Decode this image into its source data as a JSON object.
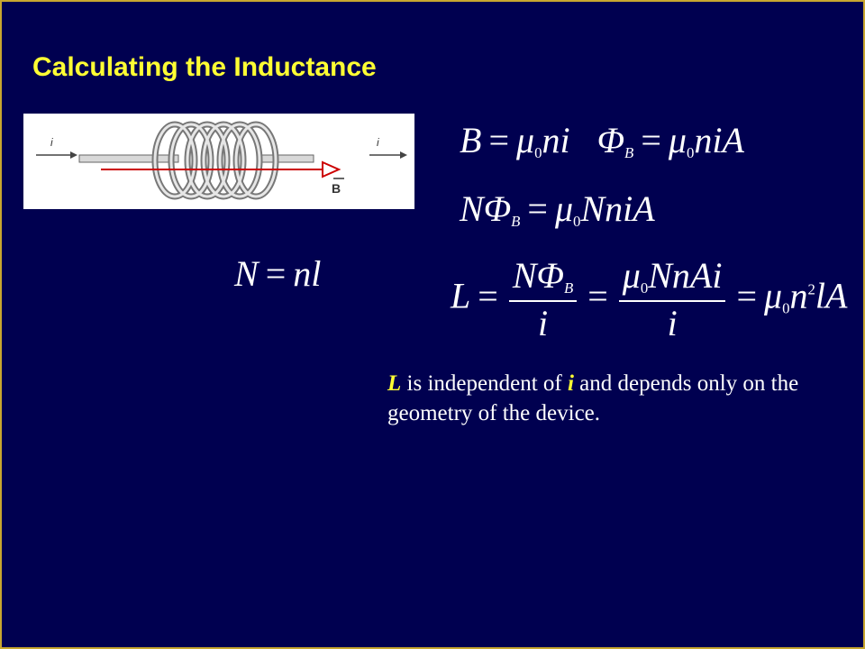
{
  "title": "Calculating the Inductance",
  "figure": {
    "current_label_left": "i",
    "current_label_right": "i",
    "field_label": "B"
  },
  "equations": {
    "eq1": {
      "B": "B",
      "mu": "μ",
      "zero": "0",
      "ni": "ni",
      "Phi": "Φ",
      "sub_B": "B",
      "mu2": "μ",
      "zero2": "0",
      "niA": "niA"
    },
    "eq2": {
      "N": "N",
      "Phi": "Φ",
      "sub_B": "B",
      "mu": "μ",
      "zero": "0",
      "NniA": "NniA"
    },
    "eq3": {
      "N": "N",
      "nl": "nl"
    },
    "eq4": {
      "L": "L",
      "frac1_num_N": "N",
      "frac1_num_Phi": "Φ",
      "frac1_num_sub": "B",
      "frac1_den": "i",
      "frac2_num_mu": "μ",
      "frac2_num_zero": "0",
      "frac2_num_rest": "NnAi",
      "frac2_den": "i",
      "mu": "μ",
      "zero": "0",
      "n": "n",
      "exp": "2",
      "lA": "lA"
    }
  },
  "note": {
    "L": "L",
    "part1": " is independent of ",
    "i": "i",
    "part2": " and depends only on the geometry of the device."
  }
}
